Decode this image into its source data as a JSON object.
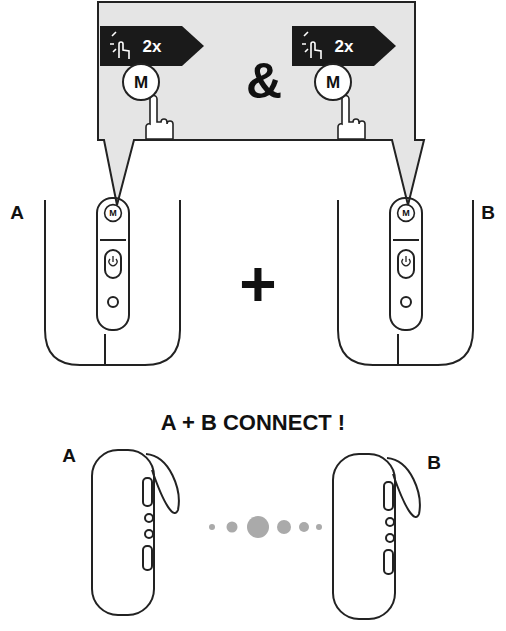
{
  "diagram": {
    "title": "A + B CONNECT !",
    "nodes": [
      {
        "text": [
          "2x",
          "&",
          "2x"
        ]
      },
      {
        "text": [
          "M"
        ],
        "in": 0
      },
      {
        "text": [
          "M"
        ],
        "in": 0
      },
      {
        "text": [
          "M"
        ]
      },
      {
        "text": [
          "M"
        ]
      }
    ],
    "labels": [
      "A",
      "B",
      "+",
      "A",
      "B"
    ]
  }
}
